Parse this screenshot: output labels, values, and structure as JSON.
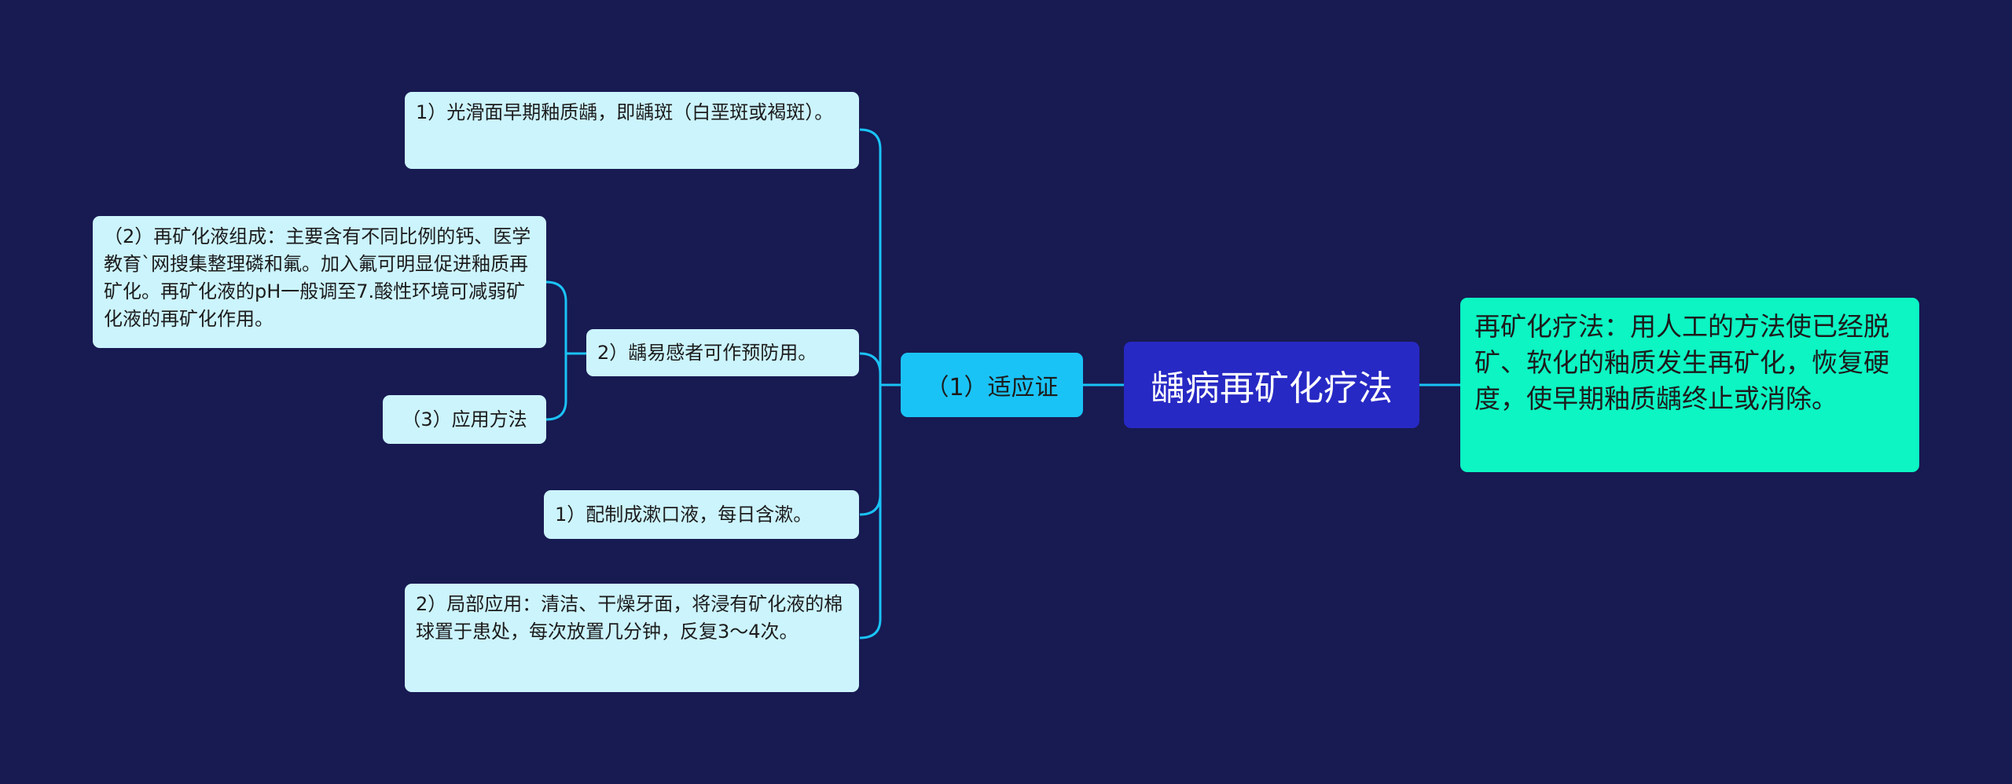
{
  "center": {
    "label": "龋病再矿化疗法"
  },
  "right_note": {
    "text": "再矿化疗法：用人工的方法使已经脱矿、软化的釉质发生再矿化，恢复硬度，使早期釉质龋终止或消除。"
  },
  "branch": {
    "label": "（1）适应证"
  },
  "children": [
    {
      "text": "1）光滑面早期釉质龋，即龋斑（白垩斑或褐斑）。"
    },
    {
      "text": "2）龋易感者可作预防用。"
    },
    {
      "text": "1）配制成漱口液，每日含漱。"
    },
    {
      "text": "2）局部应用：清洁、干燥牙面，将浸有矿化液的棉球置于患处，每次放置几分钟，反复3～4次。"
    }
  ],
  "sub_children": [
    {
      "text": "（2）再矿化液组成：主要含有不同比例的钙、医学教育`网搜集整理磷和氟。加入氟可明显促进釉质再矿化。再矿化液的pH一般调至7.酸性环境可减弱矿化液的再矿化作用。"
    },
    {
      "text": "（3）应用方法"
    }
  ],
  "colors": {
    "background": "#181a52",
    "center": "#2729c4",
    "branch": "#1ac3f6",
    "right_note": "#0cf5c3",
    "leaf": "#ccf4fd",
    "connector": "#1ac3f6"
  }
}
